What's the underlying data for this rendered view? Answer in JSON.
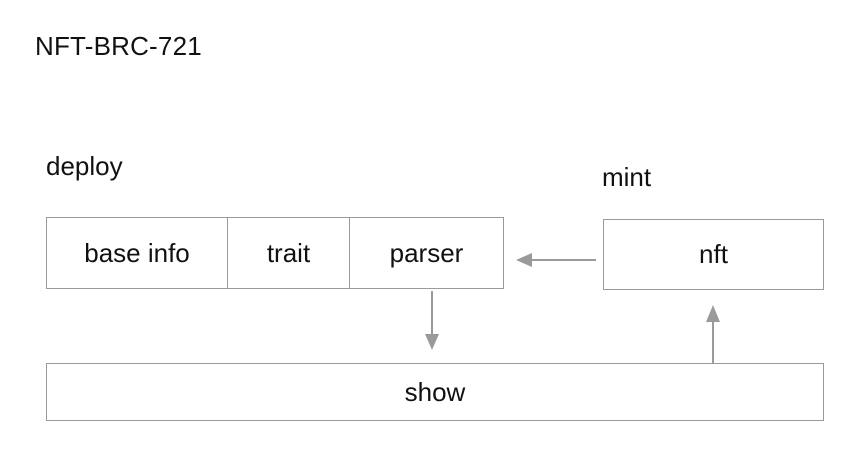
{
  "title": "NFT-BRC-721",
  "deploy": {
    "label": "deploy",
    "cells": [
      "base info",
      "trait",
      "parser"
    ]
  },
  "mint": {
    "label": "mint",
    "box": "nft"
  },
  "show": {
    "box": "show"
  },
  "colors": {
    "border": "#9a9a9a",
    "arrow": "#9a9a9a",
    "text": "#111111"
  }
}
